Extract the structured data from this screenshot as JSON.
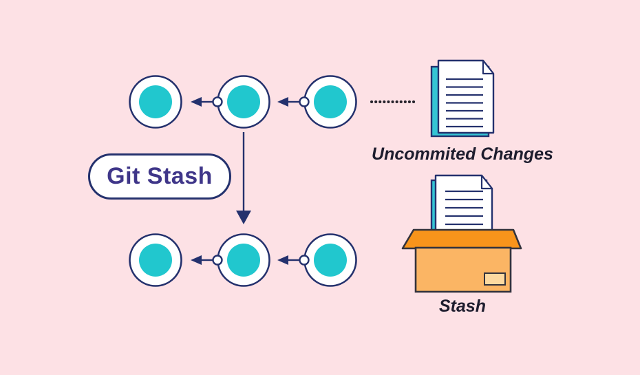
{
  "labels": {
    "branch_tag": "Git Stash",
    "uncommitted_changes": "Uncommited Changes",
    "stash": "Stash"
  },
  "diagram": {
    "type": "git-stash-flow",
    "top_branch": {
      "commit_count": 3,
      "arrow_direction": "left"
    },
    "bottom_branch": {
      "commit_count": 3,
      "arrow_direction": "left"
    },
    "vertical_connector": "arrow from top middle commit down to bottom middle commit",
    "dotted_connector": "dotted line from latest top commit to uncommitted-changes document",
    "stash_visual": "document dropping into an open cardboard box"
  },
  "colors": {
    "bg": "#FDE1E5",
    "navy": "#24316D",
    "teal": "#21C7CE",
    "page_teal": "#35C4D4",
    "indigo": "#3F3689",
    "dark": "#1E1D2E",
    "dot": "#26222B",
    "flap": "#F8941B",
    "box": "#FBB564",
    "box_label": "#FCD9A0",
    "box_stroke": "#33333D"
  }
}
